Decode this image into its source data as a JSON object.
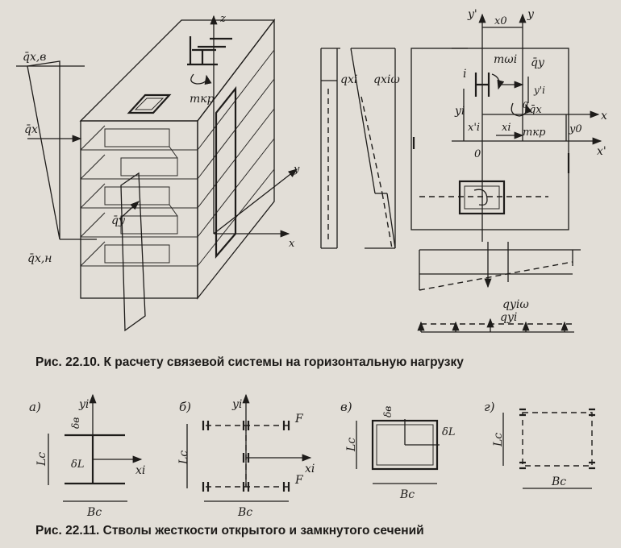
{
  "captions": {
    "fig_22_10": "Рис. 22.10. К расчету связевой системы на горизонтальную нагрузку",
    "fig_22_11": "Рис. 22.11. Стволы жесткости открытого и замкнутого сечений"
  },
  "fig_22_10": {
    "load_labels": {
      "qxb": "q̄x,в",
      "qx": "q̄x",
      "qxn": "q̄x,н",
      "qy": "q̄y"
    },
    "axes_3d": {
      "z": "z",
      "y": "y",
      "x": "x"
    },
    "torque": "mкр",
    "middle_labels": {
      "qxi": "qxi",
      "qxi_omega": "qxiω"
    },
    "plan": {
      "y_prime": "y'",
      "y": "y",
      "x0": "x0",
      "m_omega_i": "mωi",
      "i": "i",
      "qy": "q̄y",
      "yi_prime": "y'i",
      "yi": "yi",
      "qx": "q̄x",
      "x": "x",
      "x_prime": "x'",
      "xi_prime": "x'i",
      "xi": "xi",
      "m_kr": "mкр",
      "y0": "y0",
      "o_prime": "0'",
      "o": "0",
      "qyi_omega": "qyiω",
      "qyi": "qyi"
    }
  },
  "fig_22_11": {
    "a": {
      "tag": "а)",
      "yi": "yi",
      "delta_b": "δв",
      "delta_l": "δL",
      "lc": "Lc",
      "xi": "xi",
      "bc": "Bc"
    },
    "b": {
      "tag": "б)",
      "yi": "yi",
      "f_top": "F",
      "f_bottom": "F",
      "lc": "Lc",
      "xi": "xi",
      "bc": "Bc"
    },
    "v": {
      "tag": "в)",
      "delta_b": "δв",
      "delta_l": "δL",
      "lc": "Lc",
      "bc": "Bc"
    },
    "g": {
      "tag": "г)",
      "lc": "Lc",
      "bc": "Bc"
    }
  }
}
